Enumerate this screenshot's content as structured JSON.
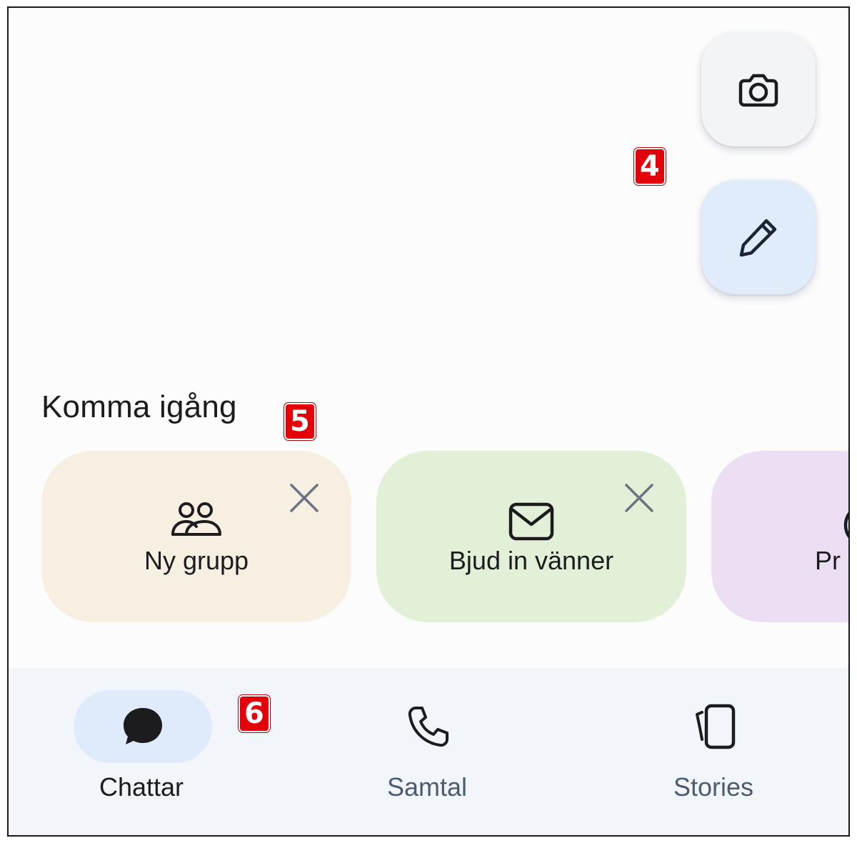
{
  "fabs": {
    "camera_icon": "camera-icon",
    "compose_icon": "pencil-icon"
  },
  "markers": [
    "4",
    "5",
    "6"
  ],
  "section": {
    "title": "Komma igång"
  },
  "cards": [
    {
      "label": "Ny grupp",
      "icon": "group-icon",
      "bg": "#f8efe3",
      "dismissible": true
    },
    {
      "label": "Bjud in vänner",
      "icon": "mail-icon",
      "bg": "#e1f0d6",
      "dismissible": true
    },
    {
      "label": "Pr",
      "icon": "profile-icon",
      "bg": "#ecdff4",
      "dismissible": false
    }
  ],
  "nav": {
    "items": [
      {
        "label": "Chattar",
        "icon": "chat-bubble-icon",
        "active": true
      },
      {
        "label": "Samtal",
        "icon": "phone-icon",
        "active": false
      },
      {
        "label": "Stories",
        "icon": "stories-icon",
        "active": false
      }
    ]
  },
  "colors": {
    "accent_pill": "#dfebfb",
    "nav_bg": "#f2f6fa",
    "marker": "#e3000b"
  }
}
